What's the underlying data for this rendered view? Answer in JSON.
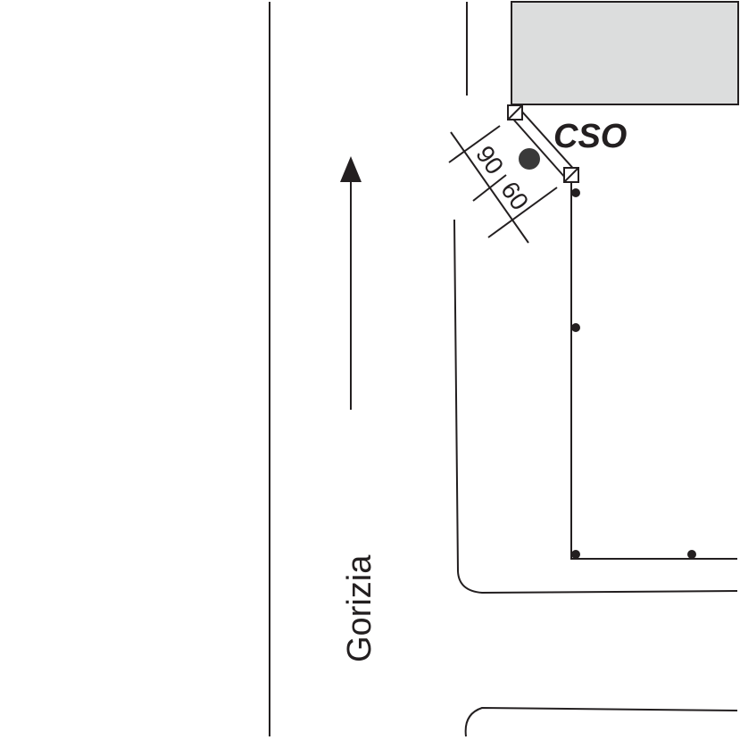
{
  "labels": {
    "cso": "CSO",
    "street": "Gorizia",
    "dim_90": "90",
    "dim_60": "60"
  },
  "colors": {
    "line": "#231f20",
    "building_fill": "#dcdddd",
    "dot": "#3a3a3a"
  }
}
